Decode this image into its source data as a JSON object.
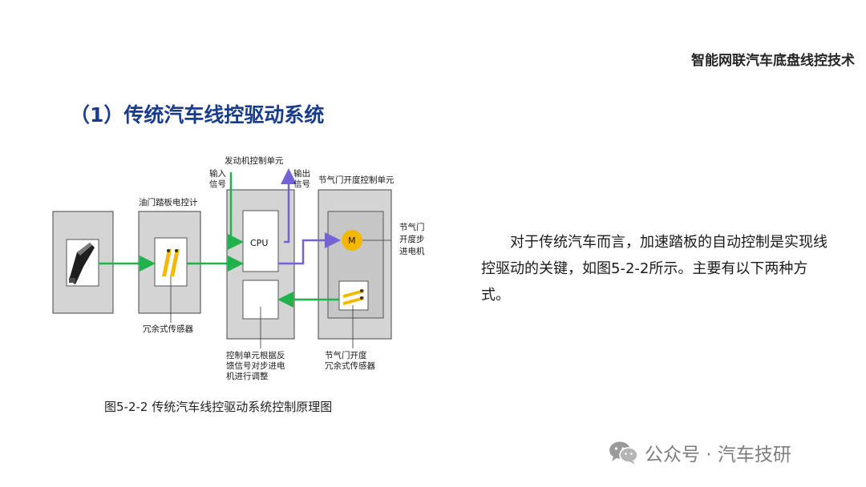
{
  "header": {
    "title": "智能网联汽车底盘线控技术"
  },
  "section": {
    "title": "（1）传统汽车线控驱动系统"
  },
  "diagram": {
    "label_ecu": "发动机控制单元",
    "label_input_1": "输入",
    "label_input_2": "信号",
    "label_output_1": "输出",
    "label_output_2": "信号",
    "label_pedal": "油门踏板电控计",
    "label_throttle_unit": "节气门开度控制单元",
    "label_cpu": "CPU",
    "label_motor": "M",
    "label_motor_desc_1": "节气门",
    "label_motor_desc_2": "开度步",
    "label_motor_desc_3": "进电机",
    "label_redundant": "冗余式传感器",
    "label_feedback_1": "控制单元根据反",
    "label_feedback_2": "馈信号对步进电",
    "label_feedback_3": "机进行调整",
    "label_throttle_sensor_1": "节气门开度",
    "label_throttle_sensor_2": "冗余式传感器"
  },
  "caption": {
    "text": "图5-2-2 传统汽车线控驱动系统控制原理图"
  },
  "body": {
    "paragraph": "对于传统汽车而言，加速踏板的自动控制是实现线控驱动的关键，如图5-2-2所示。主要有以下两种方式。"
  },
  "watermark": {
    "text": "公众号 · 汽车技研",
    "icon": "wechat-icon"
  },
  "colors": {
    "title_blue": "#1a3c8c",
    "signal_green": "#22b24c",
    "signal_purple": "#7463d4",
    "sensor_yellow": "#f5b800",
    "box_gray": "#d4d4d4"
  }
}
